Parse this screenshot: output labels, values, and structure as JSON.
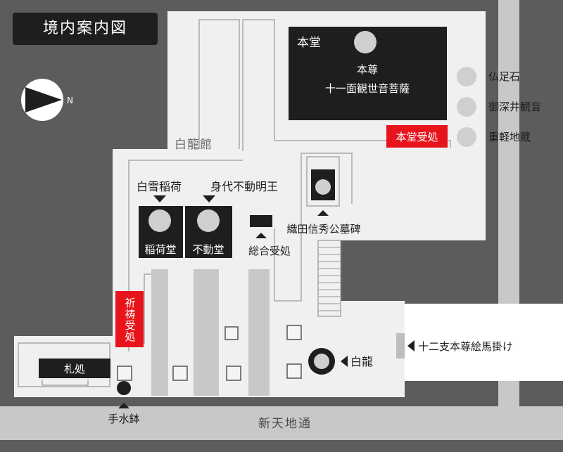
{
  "map": {
    "title": "境内案内図",
    "compass_label": "N",
    "street": "新天地通",
    "hall": {
      "name": "本堂",
      "deity_line1": "本尊",
      "deity_line2": "十一面観世音菩薩"
    },
    "hall_reception": "本堂受処",
    "side_statues": [
      "仏足石",
      "御深井観音",
      "重軽地蔵"
    ],
    "hakuryukan": "白龍館",
    "hakusetsu_inari": "白雪稲荷",
    "migawari_fudo": "身代不動明王",
    "inari_do": "稲荷堂",
    "fudo_do": "不動堂",
    "general_reception": "総合受処",
    "oda_monument": "織田信秀公墓碑",
    "prayer_reception": "祈祷受処",
    "amulet_office": "札処",
    "water_basin": "手水鉢",
    "white_dragon": "白龍",
    "zodiac_ema": "十二支本尊絵馬掛け",
    "colors": {
      "background": "#5c5c5c",
      "ground": "#f0f0f0",
      "building": "#1e1e1e",
      "reception_red": "#e8141c",
      "statue_gray": "#cfcfcf"
    }
  }
}
